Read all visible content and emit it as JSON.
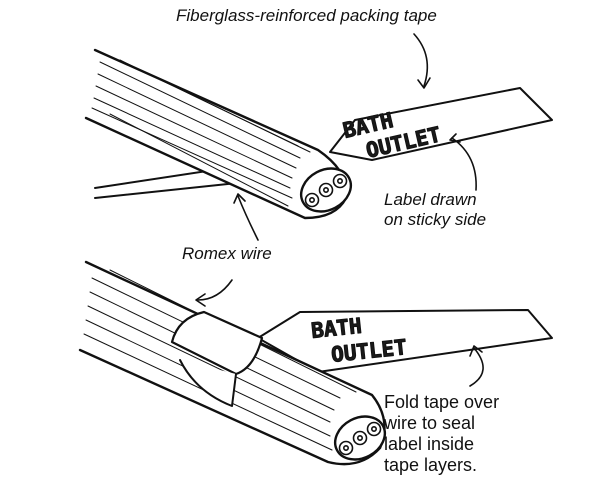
{
  "callouts": {
    "tape": "Fiberglass-reinforced packing tape",
    "label_side": [
      "Label drawn",
      "on sticky side"
    ],
    "wire": "Romex wire",
    "fold": [
      "Fold tape over",
      "wire to seal",
      "label inside",
      "tape layers."
    ]
  },
  "tape_labels": {
    "top": [
      "BATH",
      "OUTLET"
    ],
    "bottom": [
      "BATH",
      "OUTLET"
    ]
  },
  "colors": {
    "ink": "#111111",
    "paper": "#ffffff"
  }
}
